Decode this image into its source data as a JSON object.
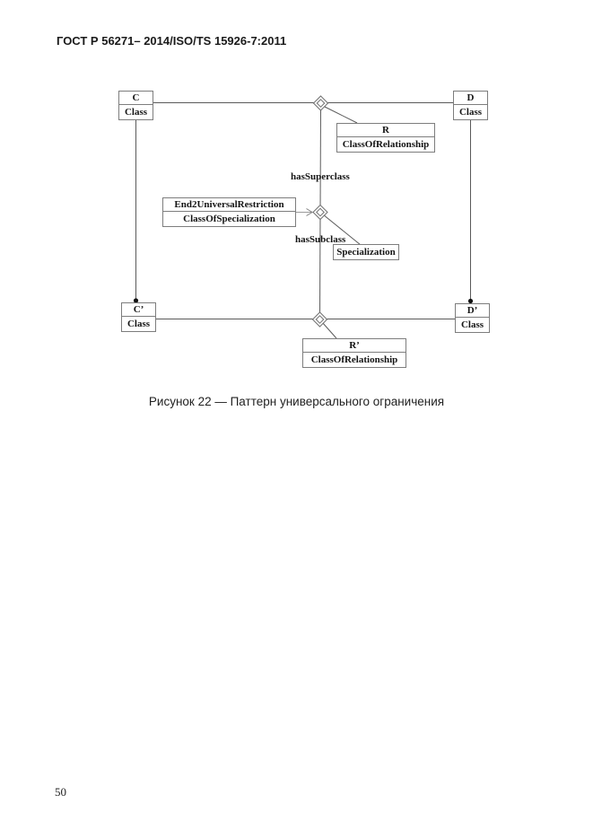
{
  "page": {
    "header": "ГОСТ Р 56271– 2014/ISO/TS 15926-7:2011",
    "caption": "Рисунок 22 — Паттерн универсального ограничения",
    "page_number": "50"
  },
  "diagram": {
    "boxes": {
      "c": {
        "title": "C",
        "type": "Class"
      },
      "d": {
        "title": "D",
        "type": "Class"
      },
      "c_prime": {
        "title": "C’",
        "type": "Class"
      },
      "d_prime": {
        "title": "D’",
        "type": "Class"
      },
      "r": {
        "title": "R",
        "type": "ClassOfRelationship"
      },
      "r_prime": {
        "title": "R’",
        "type": "ClassOfRelationship"
      },
      "end2": {
        "title": "End2UniversalRestriction",
        "type": "ClassOfSpecialization"
      },
      "specialization": {
        "label": "Specialization"
      }
    },
    "labels": {
      "has_superclass": "hasSuperclass",
      "has_subclass": "hasSubclass"
    },
    "colors": {
      "line": "#5a5a5a",
      "box_border": "#7d7d7d",
      "connector_gray": "#9a9a9a",
      "text": "#141414",
      "dot": "#111111"
    }
  }
}
